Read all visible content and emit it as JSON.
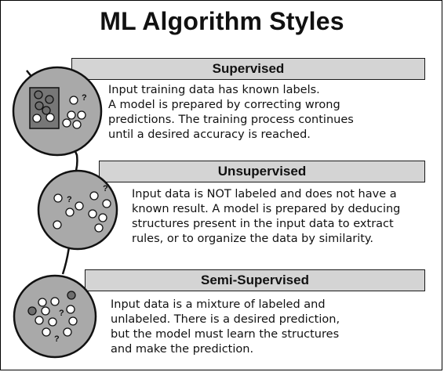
{
  "title": "ML Algorithm Styles",
  "styles": [
    {
      "name": "Supervised",
      "description": "Input training data has known labels.\nA model is prepared by correcting wrong\npredictions. The training process continues\nuntil a desired accuracy is reached."
    },
    {
      "name": "Unsupervised",
      "description": "Input data is NOT labeled and does not have a\nknown result. A model is prepared by deducing\nstructures present in the input data to extract\nrules, or to organize the data by similarity."
    },
    {
      "name": "Semi-Supervised",
      "description": "Input data is a mixture of labeled and\nunlabeled. There is a desired prediction,\nbut the model must learn the structures\nand make the prediction."
    }
  ],
  "icon_glyphs": {
    "unknown": "?"
  },
  "colors": {
    "band_fill": "#d4d4d4",
    "circle_fill": "#a9a9a9",
    "labeled_dot": "#6e6e6e",
    "unlabeled_dot": "#ffffff"
  }
}
